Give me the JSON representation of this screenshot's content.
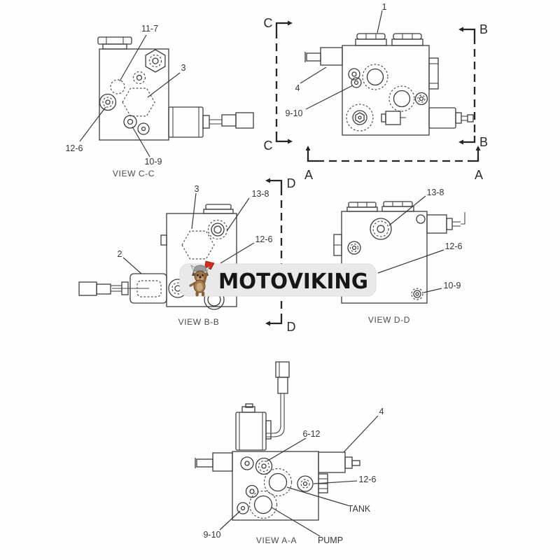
{
  "watermark": {
    "brand": "MOTOVIKING",
    "band_color": "#e9e9e9",
    "text_color": "#161616",
    "mascot": "viking-dog-with-axe",
    "axe_color": "#d42a1e"
  },
  "view_cc": {
    "caption": "VIEW C-C",
    "label_11_7": "11-7",
    "label_3": "3",
    "label_12_6": "12-6",
    "label_10_9": "10-9"
  },
  "main_view": {
    "label_1": "1",
    "label_4": "4",
    "label_9_10": "9-10",
    "section_c": "C",
    "section_b": "B",
    "section_a": "A"
  },
  "view_bb": {
    "caption": "VIEW B-B",
    "label_3": "3",
    "label_13_8": "13-8",
    "label_12_6": "12-6",
    "label_2": "2",
    "section_d": "D"
  },
  "view_dd": {
    "caption": "VIEW D-D",
    "label_13_8": "13-8",
    "label_12_6": "12-6",
    "label_10_9": "10-9"
  },
  "view_aa": {
    "caption": "VIEW A-A",
    "label_6_12": "6-12",
    "label_4": "4",
    "label_12_6": "12-6",
    "label_tank": "TANK",
    "label_9_10": "9-10",
    "label_pump": "PUMP"
  }
}
